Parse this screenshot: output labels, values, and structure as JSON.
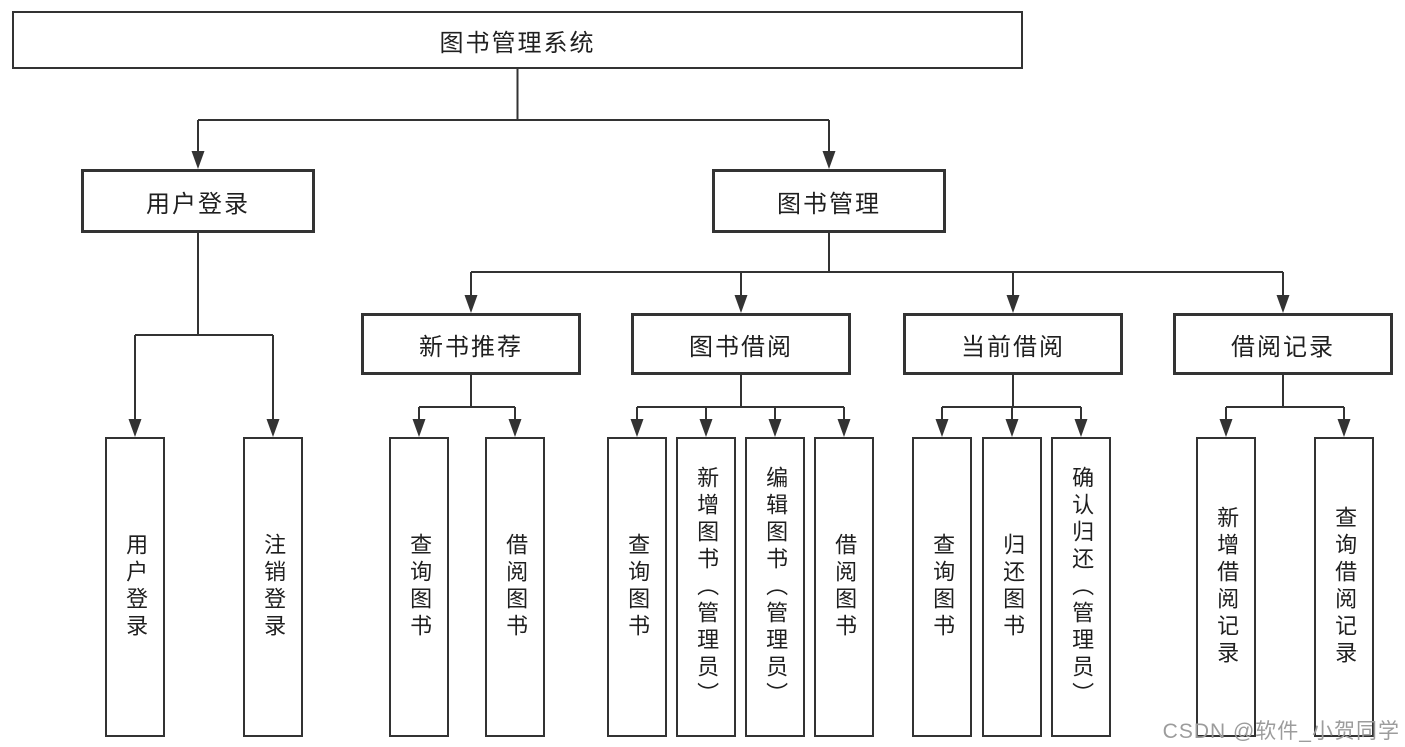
{
  "colors": {
    "ink": "#333333",
    "text": "#1f1f1f",
    "watermark": "#9c9c9c"
  },
  "watermark": "CSDN @软件_小贺同学",
  "tree": {
    "label": "图书管理系统",
    "children": [
      {
        "label": "用户登录",
        "children": [
          {
            "label": "用户登录"
          },
          {
            "label": "注销登录"
          }
        ]
      },
      {
        "label": "图书管理",
        "children": [
          {
            "label": "新书推荐",
            "children": [
              {
                "label": "查询图书"
              },
              {
                "label": "借阅图书"
              }
            ]
          },
          {
            "label": "图书借阅",
            "children": [
              {
                "label": "查询图书"
              },
              {
                "label": "新增图书（管理员）"
              },
              {
                "label": "编辑图书（管理员）"
              },
              {
                "label": "借阅图书"
              }
            ]
          },
          {
            "label": "当前借阅",
            "children": [
              {
                "label": "查询图书"
              },
              {
                "label": "归还图书"
              },
              {
                "label": "确认归还（管理员）"
              }
            ]
          },
          {
            "label": "借阅记录",
            "children": [
              {
                "label": "新增借阅记录"
              },
              {
                "label": "查询借阅记录"
              }
            ]
          }
        ]
      }
    ]
  }
}
